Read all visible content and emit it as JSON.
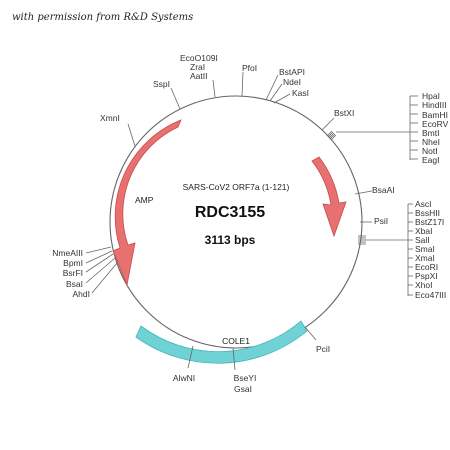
{
  "credit": "with permission from R&D Systems",
  "plasmid": {
    "name": "RDC3155",
    "size_label": "3113 bps",
    "insert_label": "SARS-CoV2 ORF7a (1-121)"
  },
  "features": {
    "amp": "AMP",
    "cole1": "COLE1"
  },
  "colors": {
    "arrow_fill": "#e77070",
    "arrow_stroke": "#c94a4a",
    "ori_fill": "#6fd3d6",
    "ori_stroke": "#49b3b7",
    "backbone": "#666666"
  },
  "sites": {
    "ecoo109i": "EcoO109I",
    "zrai": "ZraI",
    "aatii": "AatII",
    "pfoi": "PfoI",
    "bstapi": "BstAPI",
    "ndei": "NdeI",
    "kasi": "KasI",
    "sspi": "SspI",
    "xmni": "XmnI",
    "bstxi": "BstXI",
    "mcs1": [
      "HpaI",
      "HindIII",
      "BamHI",
      "EcoRV",
      "BmtI",
      "NheI",
      "NotI",
      "EagI"
    ],
    "bsaai": "BsaAI",
    "psii": "PsiI",
    "mcs2": [
      "AscI",
      "BssHII",
      "BstZ17I",
      "XbaI",
      "SalI",
      "SmaI",
      "XmaI",
      "EcoRI",
      "PspXI",
      "XhoI",
      "Eco47III"
    ],
    "nmeaiii": "NmeAIII",
    "bpmi": "BpmI",
    "bsrfi": "BsrFI",
    "bsai": "BsaI",
    "ahdi": "AhdI",
    "alwni": "AlwNI",
    "bseyi": "BseYI",
    "gsai": "GsaI",
    "pcii": "PciI"
  }
}
